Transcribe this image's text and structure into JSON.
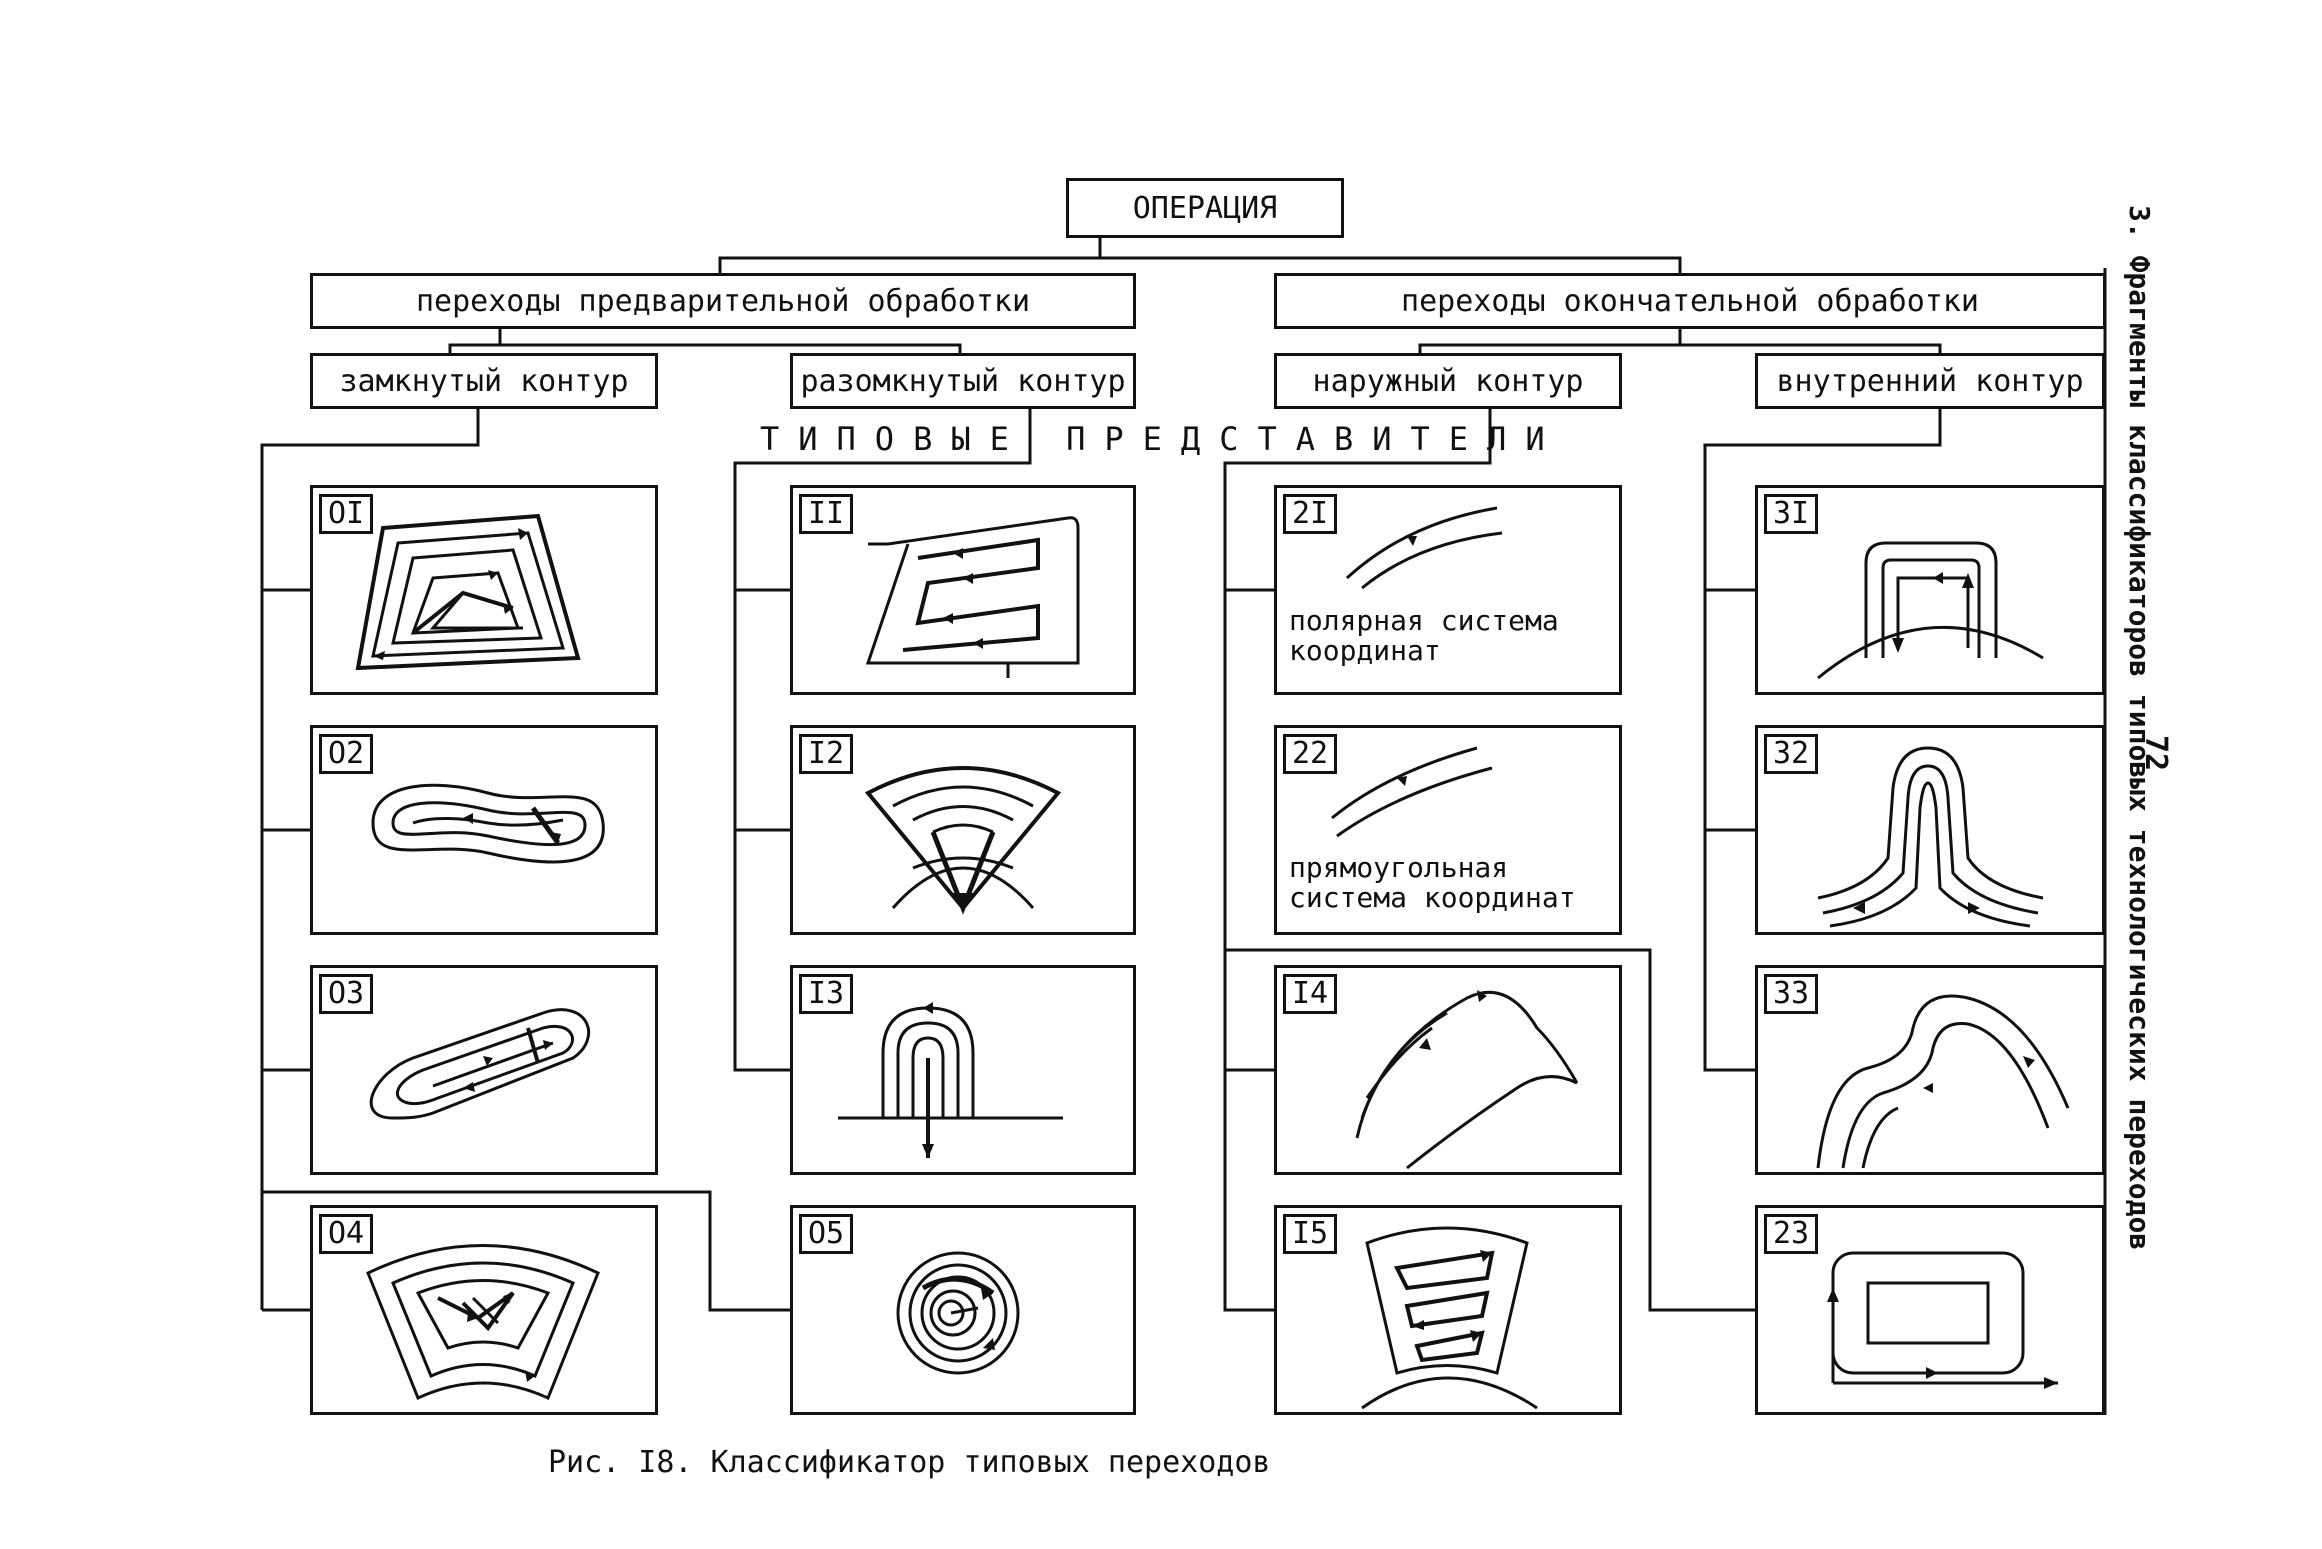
{
  "root": {
    "label": "ОПЕРАЦИЯ"
  },
  "groups": {
    "preliminary": "переходы предварительной обработки",
    "final": "переходы окончательной обработки"
  },
  "contours": {
    "closed": "замкнутый контур",
    "open": "разомкнутый контур",
    "outer": "наружный контур",
    "inner": "внутренний контур"
  },
  "banner": "ТИПОВЫЕ ПРЕДСТАВИТЕЛИ",
  "cells": {
    "c01": {
      "label": "OI"
    },
    "c02": {
      "label": "O2"
    },
    "c03": {
      "label": "O3"
    },
    "c04": {
      "label": "O4"
    },
    "c11": {
      "label": "II"
    },
    "c12": {
      "label": "I2"
    },
    "c13": {
      "label": "I3"
    },
    "c05": {
      "label": "O5"
    },
    "c21": {
      "label": "2I",
      "text": "полярная система\nкоординат"
    },
    "c22": {
      "label": "22",
      "text": "прямоугольная\nсистема координат"
    },
    "c14": {
      "label": "I4"
    },
    "c15": {
      "label": "I5"
    },
    "c31": {
      "label": "3I"
    },
    "c32": {
      "label": "32"
    },
    "c33": {
      "label": "33"
    },
    "c23": {
      "label": "23"
    }
  },
  "side_title": "3. Фрагменты классификаторов типовых технологических переходов",
  "page_number": "72",
  "caption": "Рис. I8. Классификатор типовых переходов"
}
